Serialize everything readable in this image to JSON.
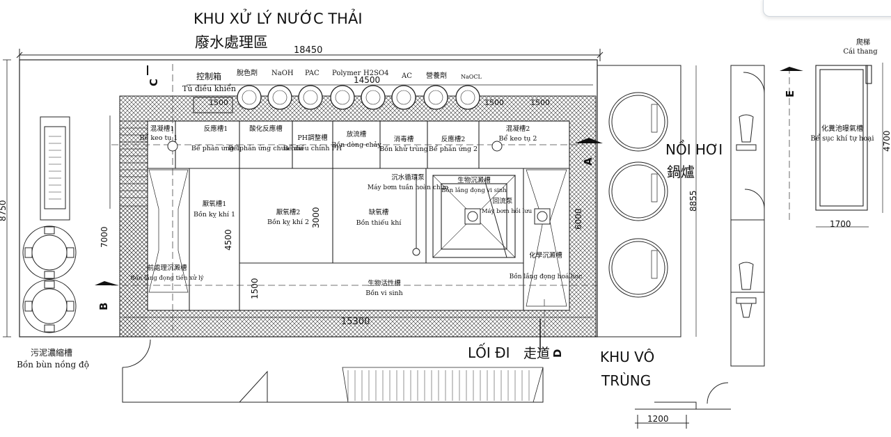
{
  "title": {
    "vi": "KHU XỬ LÝ NƯỚC THẢI",
    "zh": "廢水處理區"
  },
  "dimensions": {
    "top_total": "18450",
    "chem_width": "14500",
    "left_height": "8750",
    "inner_height": "7000",
    "bottom_inner": "15300",
    "inner_4500": "4500",
    "inner_3000": "3000",
    "inner_1500": "1500",
    "right_6000": "6000",
    "boiler_height": "8855",
    "right_4700": "4700",
    "right_1700": "1700",
    "bottom_1200": "1200",
    "sm_1500a": "1500",
    "sm_1500b": "1500",
    "sm_1500c": "1500"
  },
  "control_box": {
    "zh": "控制箱",
    "vi": "Tủ điều khiển"
  },
  "chemicals": [
    "脫色劑",
    "NaOH",
    "PAC",
    "Polymer",
    "H2SO4",
    "AC",
    "營養劑",
    "NaOCL"
  ],
  "tanks": {
    "coag1": {
      "zh": "混凝槽1",
      "vi": "Bể keo tụ 1"
    },
    "react1": {
      "zh": "反應槽1",
      "vi": "Bể phản ứng 1"
    },
    "acid": {
      "zh": "酸化反應槽",
      "vi": "Bể phản ứng chua hóa"
    },
    "ph": {
      "zh": "PH調整槽",
      "vi": "Bể điều chỉnh PH"
    },
    "flow": {
      "zh": "放流槽",
      "vi": "Bồn dòng chảy"
    },
    "disinfect": {
      "zh": "消毒槽",
      "vi": "Bồn khử trùng"
    },
    "react2": {
      "zh": "反應槽2",
      "vi": "Bể phản ứng 2"
    },
    "coag2": {
      "zh": "混凝槽2",
      "vi": "Bể keo tụ 2"
    },
    "anaer1": {
      "zh": "厭氧槽1",
      "vi": "Bồn kỵ khí 1"
    },
    "anaer2": {
      "zh": "厭氧槽2",
      "vi": "Bồn kỵ khí 2"
    },
    "anoxic": {
      "zh": "缺氧槽",
      "vi": "Bồn thiếu khí"
    },
    "pump_sub": {
      "zh": "沉水循環泵",
      "vi": "Máy bơm tuần hoàn chìm"
    },
    "bio_settle": {
      "zh": "生物沉澱槽",
      "vi": "Bồn lắng đọng vi sinh"
    },
    "return_pump": {
      "zh": "回流泵",
      "vi": "Máy bơm hồi lưu"
    },
    "pre_settle": {
      "zh": "前處理沉澱槽",
      "vi": "Bồn lắng đọng tiền xử lý"
    },
    "bio_active": {
      "zh": "生物活性槽",
      "vi": "Bồn vi sinh"
    },
    "chem_settle": {
      "zh": "化學沉澱槽",
      "vi": "Bồn lắng đọng hoá học"
    },
    "sludge": {
      "zh": "污泥濃縮槽",
      "vi": "Bồn bùn nồng độ"
    },
    "septic": {
      "zh": "化糞池曝氣槽",
      "vi": "Bể sục khí tự hoại"
    }
  },
  "ladder": {
    "zh": "爬梯",
    "vi": "Cái thang"
  },
  "boiler": {
    "vi": "NỒI HƠI",
    "zh": "鍋爐"
  },
  "walkway": {
    "vi": "LỐI ĐI",
    "zh": "走道"
  },
  "sterile": {
    "line1": "KHU VÔ",
    "line2": "TRÙNG"
  },
  "section_marks": [
    "A",
    "B",
    "C",
    "D",
    "E"
  ]
}
